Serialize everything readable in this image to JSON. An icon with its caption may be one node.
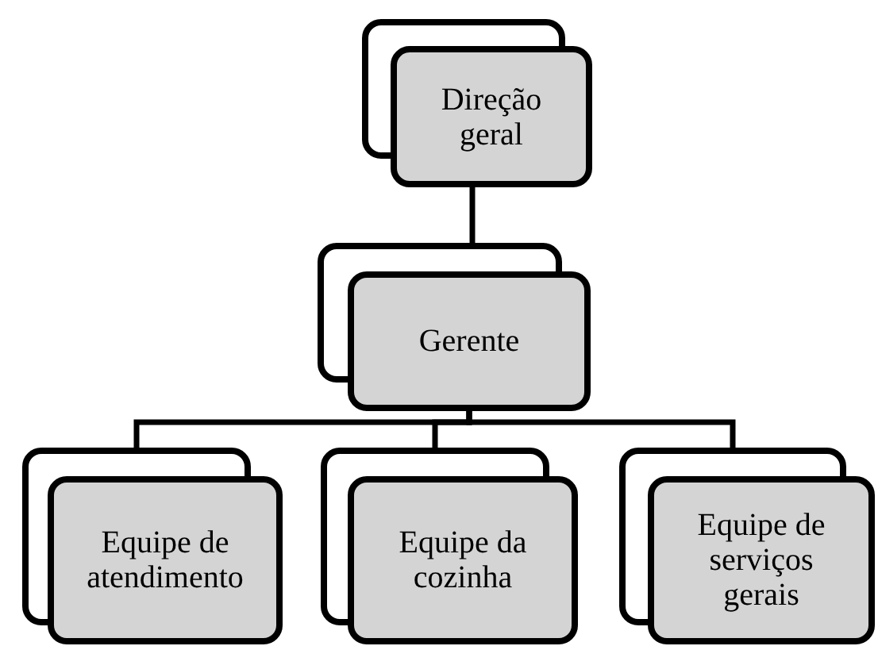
{
  "diagram": {
    "nodes": [
      {
        "text": [
          "Direção geral"
        ]
      },
      {
        "text": [
          "Gerente"
        ]
      },
      {
        "text": [
          "Equipe de atendimento"
        ]
      },
      {
        "text": [
          "Equipe da cozinha"
        ]
      },
      {
        "text": [
          "Equipe de serviços gerais"
        ]
      }
    ],
    "edges": [
      {
        "from": 0,
        "to": 1,
        "arrow": "none"
      },
      {
        "from": 1,
        "to": 2,
        "arrow": "none"
      },
      {
        "from": 1,
        "to": 3,
        "arrow": "none"
      },
      {
        "from": 1,
        "to": 4,
        "arrow": "none"
      }
    ]
  }
}
